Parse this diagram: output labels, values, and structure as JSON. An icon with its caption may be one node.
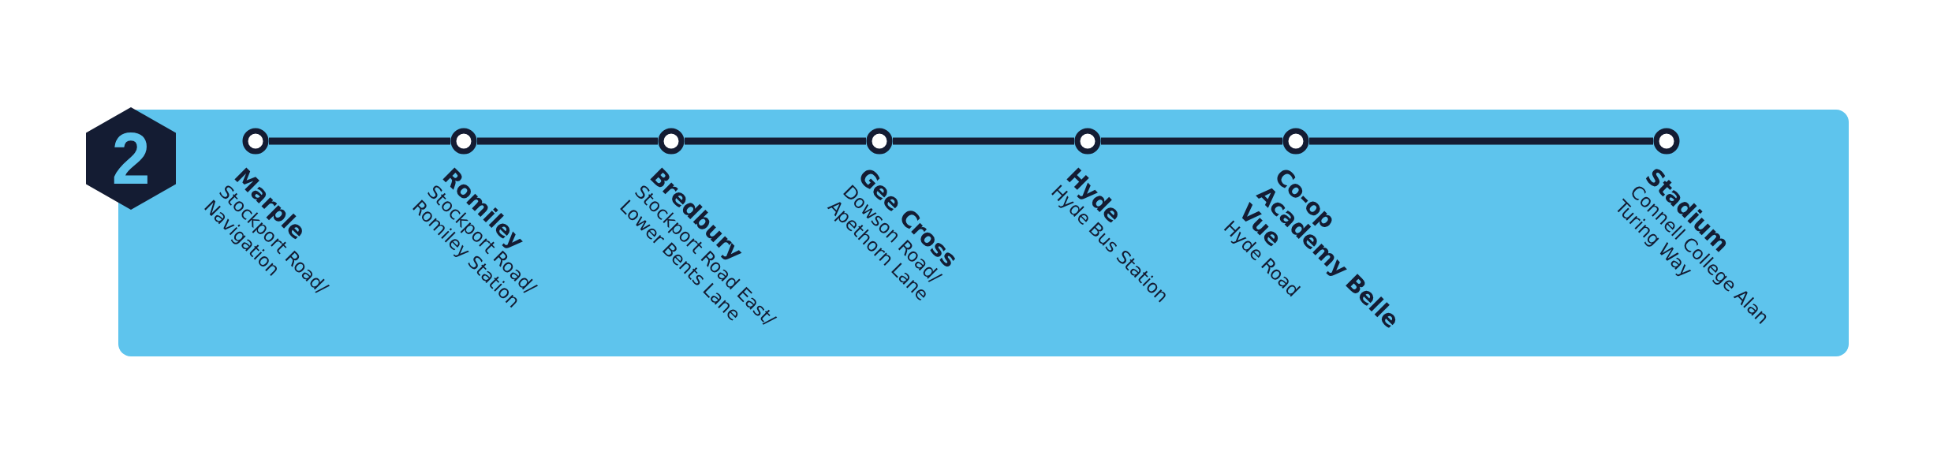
{
  "diagram": {
    "nodes": [
      {
        "text": [
          "Marple",
          "Stockport Road/ Navigation"
        ]
      },
      {
        "text": [
          "Romiley",
          "Stockport Road/ Romiley Station"
        ]
      },
      {
        "text": [
          "Bredbury",
          "Stockport Road East/ Lower Bents Lane"
        ]
      },
      {
        "text": [
          "Gee Cross",
          "Dowson Road/ Apethorn Lane"
        ]
      },
      {
        "text": [
          "Hyde",
          "Hyde Bus Station"
        ]
      },
      {
        "text": [
          "Co-op Academy Belle Vue",
          "Hyde Road"
        ]
      },
      {
        "text": [
          "Stadium",
          "Connell College Alan Turing Way"
        ]
      }
    ],
    "edges": [
      {
        "from": 0,
        "to": 1,
        "arrow": "none"
      },
      {
        "from": 1,
        "to": 2,
        "arrow": "none"
      },
      {
        "from": 2,
        "to": 3,
        "arrow": "none"
      },
      {
        "from": 3,
        "to": 4,
        "arrow": "none"
      },
      {
        "from": 4,
        "to": 5,
        "arrow": "none"
      },
      {
        "from": 5,
        "to": 6,
        "arrow": "none"
      }
    ],
    "labels": [
      "2"
    ]
  }
}
